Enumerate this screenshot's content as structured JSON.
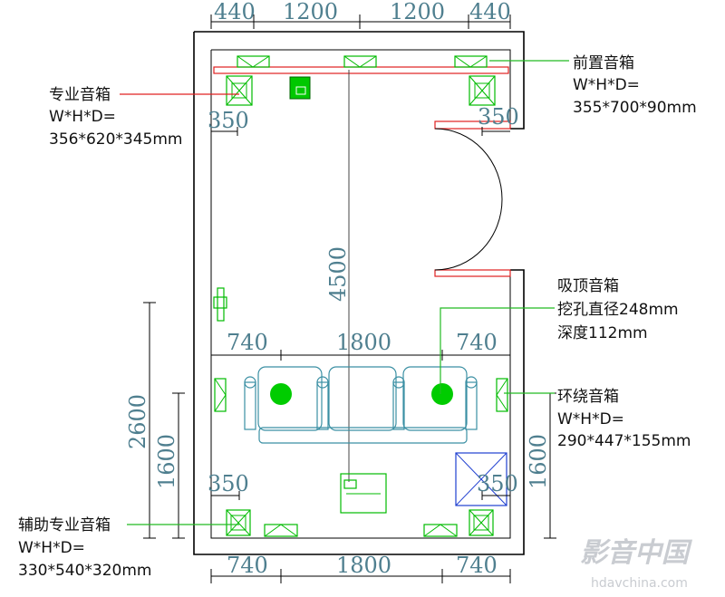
{
  "dimensions": {
    "top": [
      "440",
      "1200",
      "1200",
      "440"
    ],
    "bottom": [
      "740",
      "1800",
      "740"
    ],
    "middle": [
      "740",
      "1800",
      "740"
    ],
    "room_length": "4500",
    "left_outer": "2600",
    "left_inner": "1600",
    "right_side": "1600",
    "offset_top_left": "350",
    "offset_top_right": "350",
    "offset_bottom_left": "350",
    "offset_bottom_right": "350"
  },
  "labels": {
    "pro_speaker": {
      "title": "专业音箱",
      "line1": "W*H*D=",
      "line2": "356*620*345mm"
    },
    "front_speaker": {
      "title": "前置音箱",
      "line1": "W*H*D=",
      "line2": "355*700*90mm"
    },
    "ceiling_speaker": {
      "title": "吸顶音箱",
      "line1": "挖孔直径248mm",
      "line2": "深度112mm"
    },
    "surround_speaker": {
      "title": "环绕音箱",
      "line1": "W*H*D=",
      "line2": "290*447*155mm"
    },
    "aux_speaker": {
      "title": "辅助专业音箱",
      "line1": "W*H*D=",
      "line2": "330*540*320mm"
    }
  },
  "watermark": {
    "main": "影音中国",
    "url": "hdavchina.com"
  },
  "colors": {
    "wall": "#000000",
    "dimension_text": "#4f7f8f",
    "speaker_green": "#00cc00",
    "leader_red": "#e02020",
    "sofa": "#3a8fa3",
    "diagonal_blue": "#1f3fd0"
  }
}
